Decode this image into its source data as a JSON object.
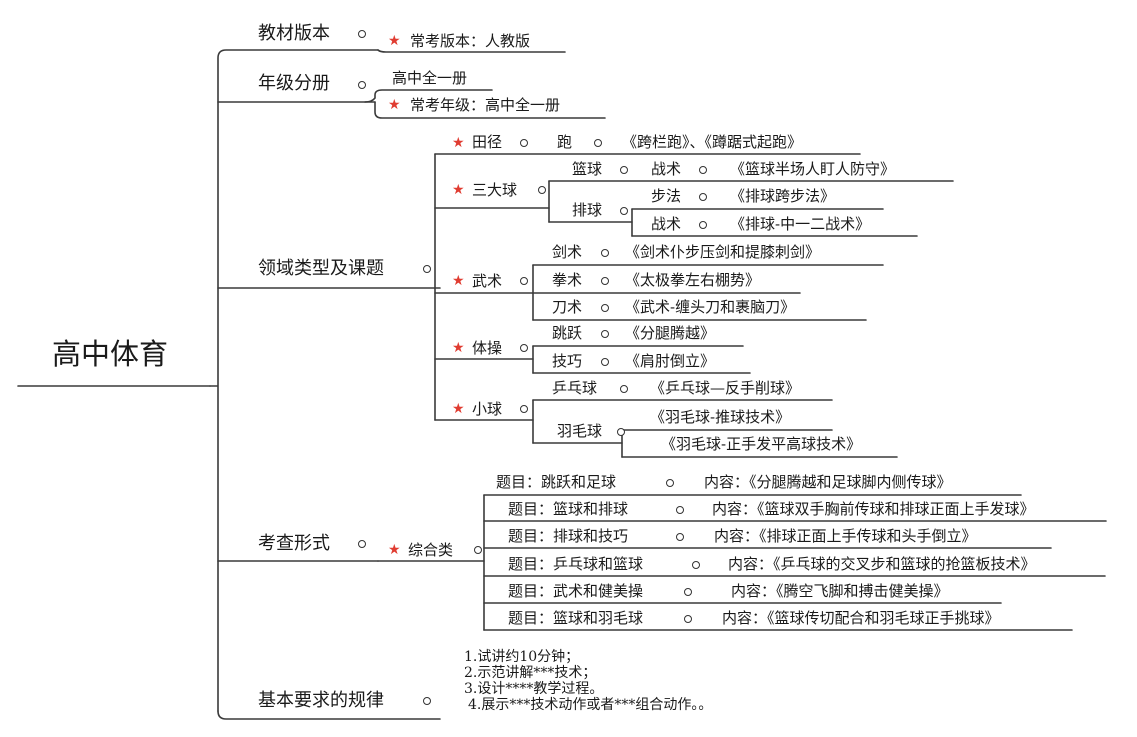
{
  "root": "高中体育",
  "sections": {
    "edition": {
      "title": "教材版本",
      "common": "常考版本：人教版"
    },
    "grade": {
      "title": "年级分册",
      "item": "高中全一册",
      "common": "常考年级：高中全一册"
    },
    "domains": {
      "title": "领域类型及课题",
      "track": {
        "title": "田径",
        "run": "跑",
        "run_topic": "《跨栏跑》、《蹲踞式起跑》"
      },
      "ball": {
        "title": "三大球",
        "basketball": "篮球",
        "basketball_tactic": "战术",
        "basketball_topic": "《篮球半场人盯人防守》",
        "volleyball": "排球",
        "volleyball_footwork": "步法",
        "volleyball_footwork_topic": "《排球跨步法》",
        "volleyball_tactic": "战术",
        "volleyball_tactic_topic": "《排球-中一二战术》"
      },
      "martial": {
        "title": "武术",
        "sword": "剑术",
        "sword_topic": "《剑术仆步压剑和提膝刺剑》",
        "fist": "拳术",
        "fist_topic": "《太极拳左右棚势》",
        "saber": "刀术",
        "saber_topic": "《武术-缠头刀和裹脑刀》"
      },
      "gym": {
        "title": "体操",
        "jump": "跳跃",
        "jump_topic": "《分腿腾越》",
        "skill": "技巧",
        "skill_topic": "《肩肘倒立》"
      },
      "small_ball": {
        "title": "小球",
        "pingpong": "乒乓球",
        "pingpong_topic": "《乒乓球—反手削球》",
        "badminton": "羽毛球",
        "badminton_topic1": "《羽毛球-推球技术》",
        "badminton_topic2": "《羽毛球-正手发平高球技术》"
      }
    },
    "exam": {
      "title": "考查形式",
      "category": "综合类",
      "items": [
        {
          "topic": "题目：跳跃和足球",
          "content": "内容：《分腿腾越和足球脚内侧传球》"
        },
        {
          "topic": "题目：篮球和排球",
          "content": "内容：《篮球双手胸前传球和排球正面上手发球》"
        },
        {
          "topic": "题目：排球和技巧",
          "content": "内容：《排球正面上手传球和头手倒立》"
        },
        {
          "topic": "题目：乒乓球和篮球",
          "content": "内容：《乒乓球的交叉步和篮球的抢篮板技术》"
        },
        {
          "topic": "题目：武术和健美操",
          "content": "内容：《腾空飞脚和搏击健美操》"
        },
        {
          "topic": "题目：篮球和羽毛球",
          "content": "内容：《篮球传切配合和羽毛球正手挑球》"
        }
      ]
    },
    "rules": {
      "title": "基本要求的规律",
      "lines": [
        "1.试讲约10分钟；",
        "2.示范讲解***技术；",
        "3.设计****教学过程。",
        "4.展示***技术动作或者***组合动作。。"
      ]
    }
  },
  "colors": {
    "line": "#333333",
    "star": "#e03c31"
  },
  "icons": {
    "star": "star-icon",
    "collapse": "collapse-circle-icon"
  }
}
